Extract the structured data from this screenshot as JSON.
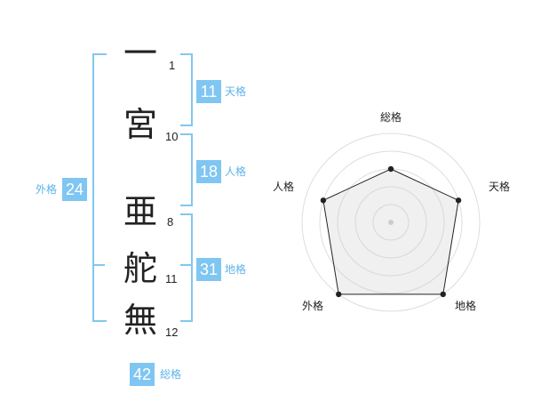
{
  "name_chars": [
    {
      "char": "一",
      "strokes": "1"
    },
    {
      "char": "宮",
      "strokes": "10"
    },
    {
      "char": "亜",
      "strokes": "8"
    },
    {
      "char": "舵",
      "strokes": "11"
    },
    {
      "char": "無",
      "strokes": "12"
    }
  ],
  "fortunes": {
    "tenkaku": {
      "value": "11",
      "label": "天格"
    },
    "jinkaku": {
      "value": "18",
      "label": "人格"
    },
    "chikaku": {
      "value": "31",
      "label": "地格"
    },
    "gaikaku": {
      "value": "24",
      "label": "外格"
    },
    "soukaku": {
      "value": "42",
      "label": "総格"
    }
  },
  "radar": {
    "labels": {
      "soukaku": "総格",
      "tenkaku": "天格",
      "chikaku": "地格",
      "gaikaku": "外格",
      "jinkaku": "人格"
    }
  },
  "chart_data": {
    "type": "radar",
    "axes": [
      "総格",
      "天格",
      "地格",
      "外格",
      "人格"
    ],
    "values": [
      3,
      4,
      5,
      5,
      4
    ],
    "max": 5,
    "rings": 5
  },
  "colors": {
    "accent": "#7fc6f2",
    "accent_text": "#5db3ea",
    "bracket": "#80c8f0"
  }
}
